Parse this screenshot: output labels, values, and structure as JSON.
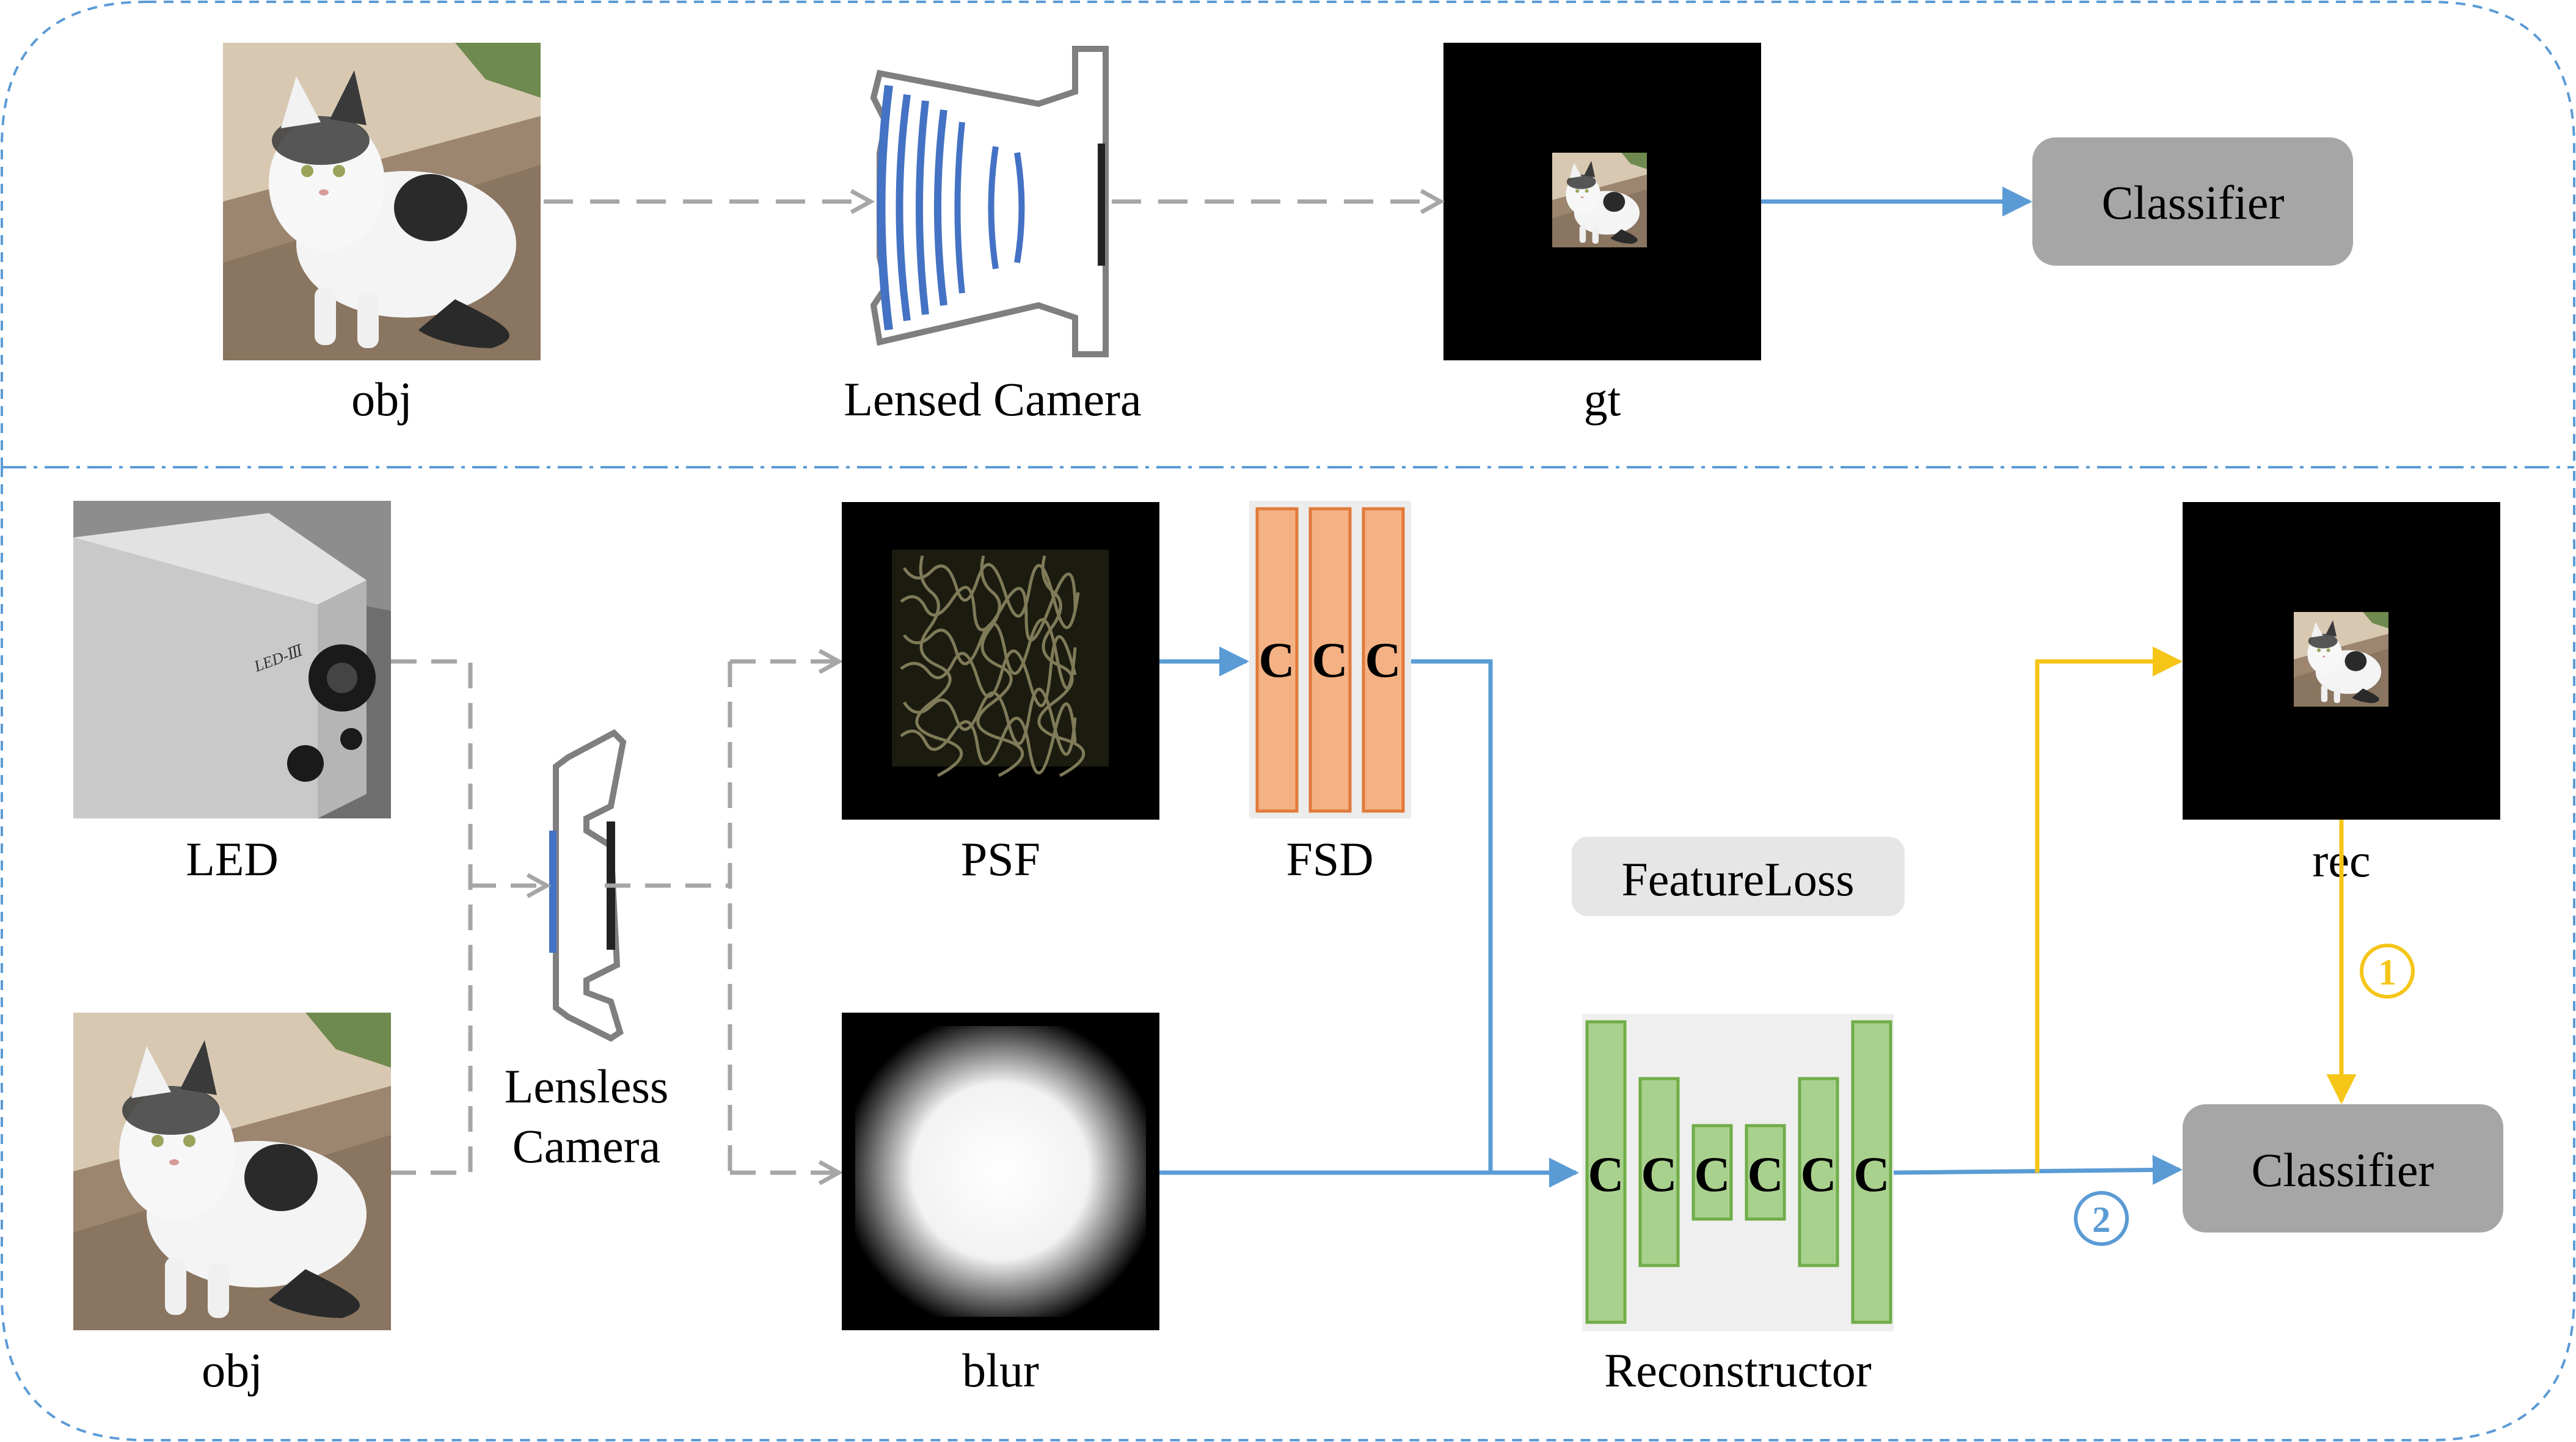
{
  "top_panel": {
    "obj_label": "obj",
    "camera_label": "Lensed Camera",
    "gt_label": "gt",
    "classifier_label": "Classifier"
  },
  "bottom_panel": {
    "led_label": "LED",
    "led_device_text": "LED-Ⅲ",
    "obj_label": "obj",
    "camera_label_line1": "Lensless",
    "camera_label_line2": "Camera",
    "psf_label": "PSF",
    "blur_label": "blur",
    "fsd_label": "FSD",
    "fsd_blocks": [
      "C",
      "C",
      "C"
    ],
    "featureloss_label": "FeatureLoss",
    "reconstructor_label": "Reconstructor",
    "reconstructor_blocks": [
      "C",
      "C",
      "C",
      "C",
      "C",
      "C"
    ],
    "rec_label": "rec",
    "classifier_label": "Classifier",
    "path1_marker": "1",
    "path2_marker": "2"
  },
  "colors": {
    "panel_border": "#5b9bd5",
    "blue_arrow": "#5b9bd5",
    "yellow_arrow": "#f5c518",
    "gray_dashed": "#a6a6a6",
    "fsd_fill": "#f4b183",
    "fsd_stroke": "#e07a3a",
    "recon_fill": "#a9d18e",
    "recon_stroke": "#70ad47",
    "classifier_fill": "#a6a6a6",
    "featureloss_fill": "#e7e6e6"
  },
  "icons": [
    "cat-photo",
    "lensed-camera-icon",
    "led-device-photo",
    "lensless-camera-icon",
    "psf-pattern",
    "blur-pattern"
  ]
}
